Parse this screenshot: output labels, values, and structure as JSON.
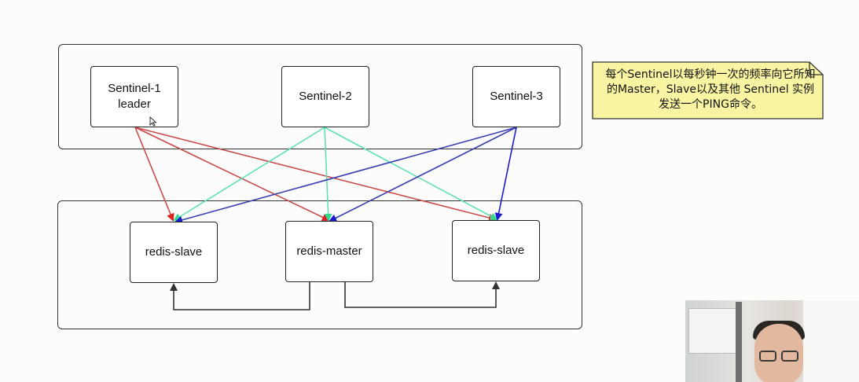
{
  "sentinels": [
    {
      "label_line1": "Sentinel-1",
      "label_line2": "leader"
    },
    {
      "label_line1": "Sentinel-2",
      "label_line2": ""
    },
    {
      "label_line1": "Sentinel-3",
      "label_line2": ""
    }
  ],
  "redis_nodes": [
    {
      "label": "redis-slave"
    },
    {
      "label": "redis-master"
    },
    {
      "label": "redis-slave"
    }
  ],
  "note": {
    "text": "每个Sentinel以每秒钟一次的频率向它所知的Master，Slave以及其他 Sentinel 实例发送一个PING命令。"
  },
  "colors": {
    "sentinel1_edges": "#c84b4b",
    "sentinel2_edges": "#5fe0b0",
    "sentinel3_edges": "#3a3fb0",
    "replication_edges": "#333333",
    "note_fill": "#f8f4a2",
    "note_border": "#333333"
  }
}
